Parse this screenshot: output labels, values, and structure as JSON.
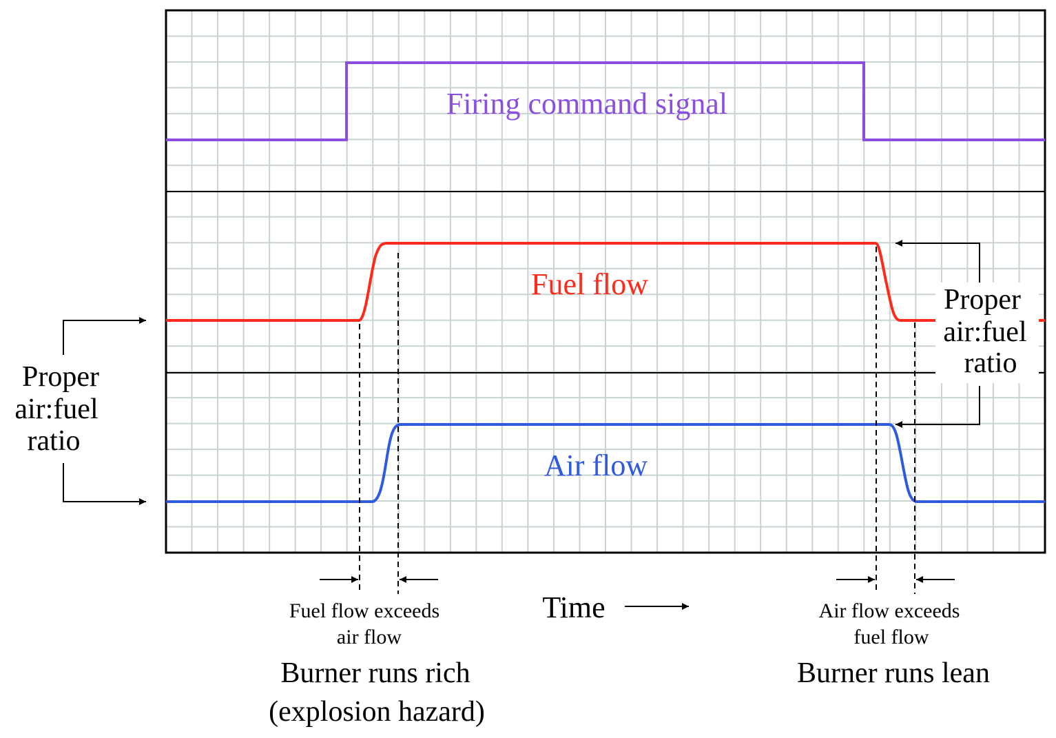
{
  "colors": {
    "grid": "#c9d3d3",
    "frame": "#000000",
    "command": "#8a4fe0",
    "fuel": "#ff2a1a",
    "air": "#2f5be0",
    "text": "#000000"
  },
  "traces": {
    "command_label": "Firing command signal",
    "fuel_label": "Fuel flow",
    "air_label": "Air flow"
  },
  "axis": {
    "time_label": "Time"
  },
  "left_annotation": {
    "lines": [
      "Proper",
      "air:fuel",
      "ratio"
    ]
  },
  "right_annotation": {
    "lines": [
      "Proper",
      "air:fuel",
      "ratio"
    ]
  },
  "rich_note": {
    "small_lines": [
      "Fuel flow exceeds",
      "air flow"
    ],
    "big_lines": [
      "Burner runs rich",
      "(explosion hazard)"
    ]
  },
  "lean_note": {
    "small_lines": [
      "Air flow exceeds",
      "fuel flow"
    ],
    "big_lines": [
      "Burner runs lean"
    ]
  },
  "icons": {
    "arrow": "arrowhead-icon"
  }
}
